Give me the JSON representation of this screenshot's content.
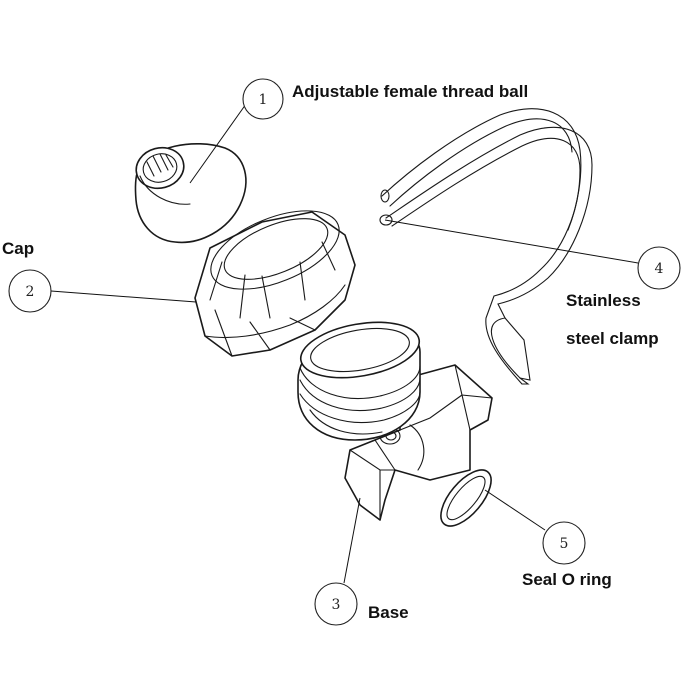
{
  "callouts": [
    {
      "number": "1",
      "label": "Adjustable female thread ball"
    },
    {
      "number": "2",
      "label": "Cap"
    },
    {
      "number": "3",
      "label": "Base"
    },
    {
      "number": "4",
      "label_line1": "Stainless",
      "label_line2": "steel clamp"
    },
    {
      "number": "5",
      "label": "Seal O ring"
    }
  ]
}
